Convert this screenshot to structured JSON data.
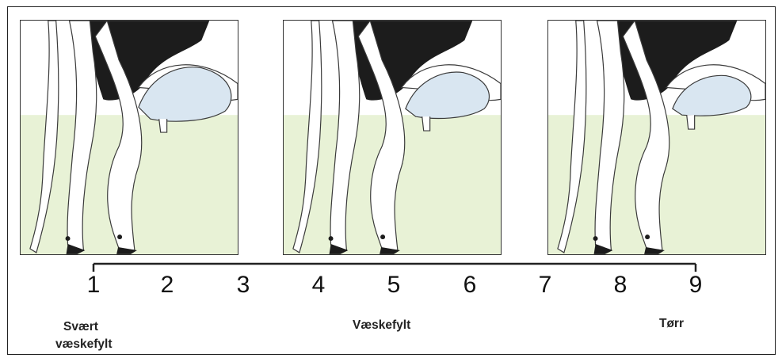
{
  "scale": {
    "ticks": [
      "1",
      "2",
      "3",
      "4",
      "5",
      "6",
      "7",
      "8",
      "9"
    ]
  },
  "captions": {
    "left_line1": "Svært",
    "left_line2": "væskefylt",
    "middle": "Væskefylt",
    "right": "Tørr"
  },
  "colors": {
    "udder": "#d9e6f1",
    "grass": "#e8f2d6",
    "coat_black": "#1c1c1c",
    "outline": "#3a3a3a"
  },
  "panels": [
    {
      "udder_fill": "full"
    },
    {
      "udder_fill": "medium"
    },
    {
      "udder_fill": "dry"
    }
  ]
}
